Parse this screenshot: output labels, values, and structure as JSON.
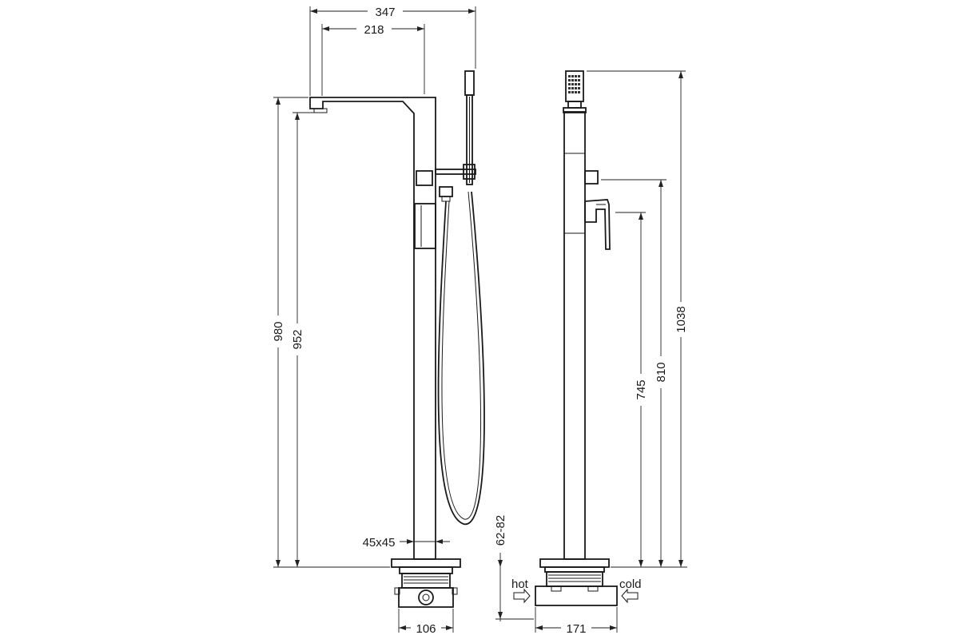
{
  "front_view": {
    "dims": {
      "overall_reach": "347",
      "spout_reach": "218",
      "spout_height": "980",
      "outlet_height": "952",
      "column_section": "45x45",
      "base_width": "106"
    }
  },
  "side_view": {
    "dims": {
      "total_height": "1038",
      "diverter_height": "810",
      "lever_height": "745",
      "install_depth": "62-82",
      "box_width": "171"
    },
    "labels": {
      "hot": "hot",
      "cold": "cold"
    }
  }
}
